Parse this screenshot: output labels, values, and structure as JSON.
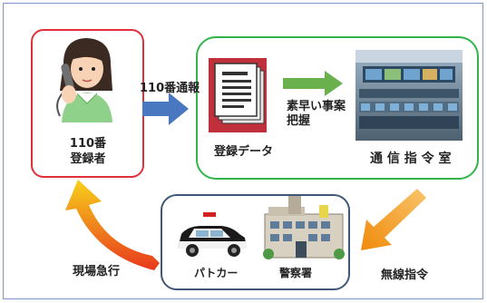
{
  "registrant": {
    "line1": "110番",
    "line2": "登録者"
  },
  "edges": {
    "call_label": "110番通報",
    "grasp_label_line1": "素早い事案",
    "grasp_label_line2": "把握",
    "radio_label": "無線指令",
    "dispatch_label": "現場急行"
  },
  "center": {
    "data_label": "登録データ",
    "room_label": "通 信 指 令 室"
  },
  "police": {
    "patrol_car_label": "パトカー",
    "station_label": "警察署"
  },
  "colors": {
    "registrant_border": "#e0303a",
    "center_border": "#31b54a",
    "police_border": "#40577a",
    "call_arrow": "#4a78c0",
    "grasp_arrow": "#6ab04c",
    "radio_arrow": "#f39c12",
    "dispatch_arrow": "#e8391d"
  }
}
